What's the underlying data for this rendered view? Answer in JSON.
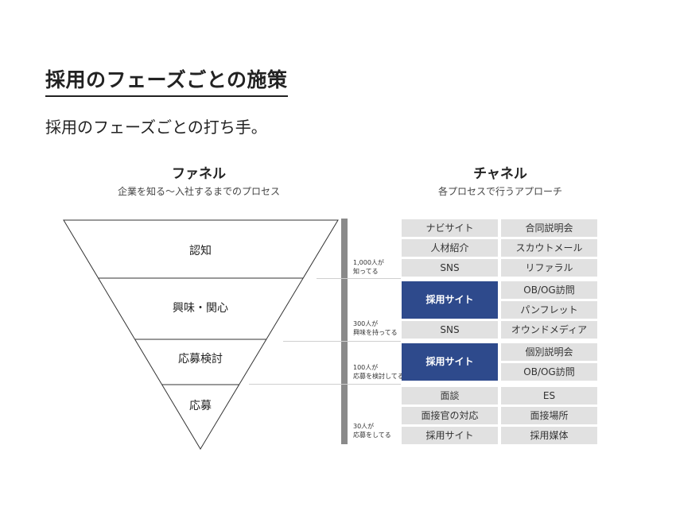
{
  "title": "採用のフェーズごとの施策",
  "subtitle": "採用のフェーズごとの打ち手。",
  "funnel": {
    "heading": "ファネル",
    "subheading": "企業を知る〜入社するまでのプロセス",
    "stages": [
      "認知",
      "興味・関心",
      "応募検討",
      "応募"
    ]
  },
  "channel": {
    "heading": "チャネル",
    "subheading": "各プロセスで行うアプローチ"
  },
  "annotations": [
    {
      "line1": "1,000人が",
      "line2": "知ってる"
    },
    {
      "line1": "300人が",
      "line2": "興味を持ってる"
    },
    {
      "line1": "100人が",
      "line2": "応募を検討してる"
    },
    {
      "line1": "30人が",
      "line2": "応募をしてる"
    }
  ],
  "cells": [
    "ナビサイト",
    "合同説明会",
    "人材紹介",
    "スカウトメール",
    "SNS",
    "リファラル",
    "採用サイト",
    "OB/OG訪問",
    "パンフレット",
    "SNS",
    "オウンドメディア",
    "採用サイト",
    "個別説明会",
    "OB/OG訪問",
    "面談",
    "ES",
    "面接官の対応",
    "面接場所",
    "採用サイト",
    "採用媒体"
  ],
  "colors": {
    "highlight": "#2e4a8c",
    "cell": "#e1e1e1",
    "bar": "#8a8a8a"
  }
}
